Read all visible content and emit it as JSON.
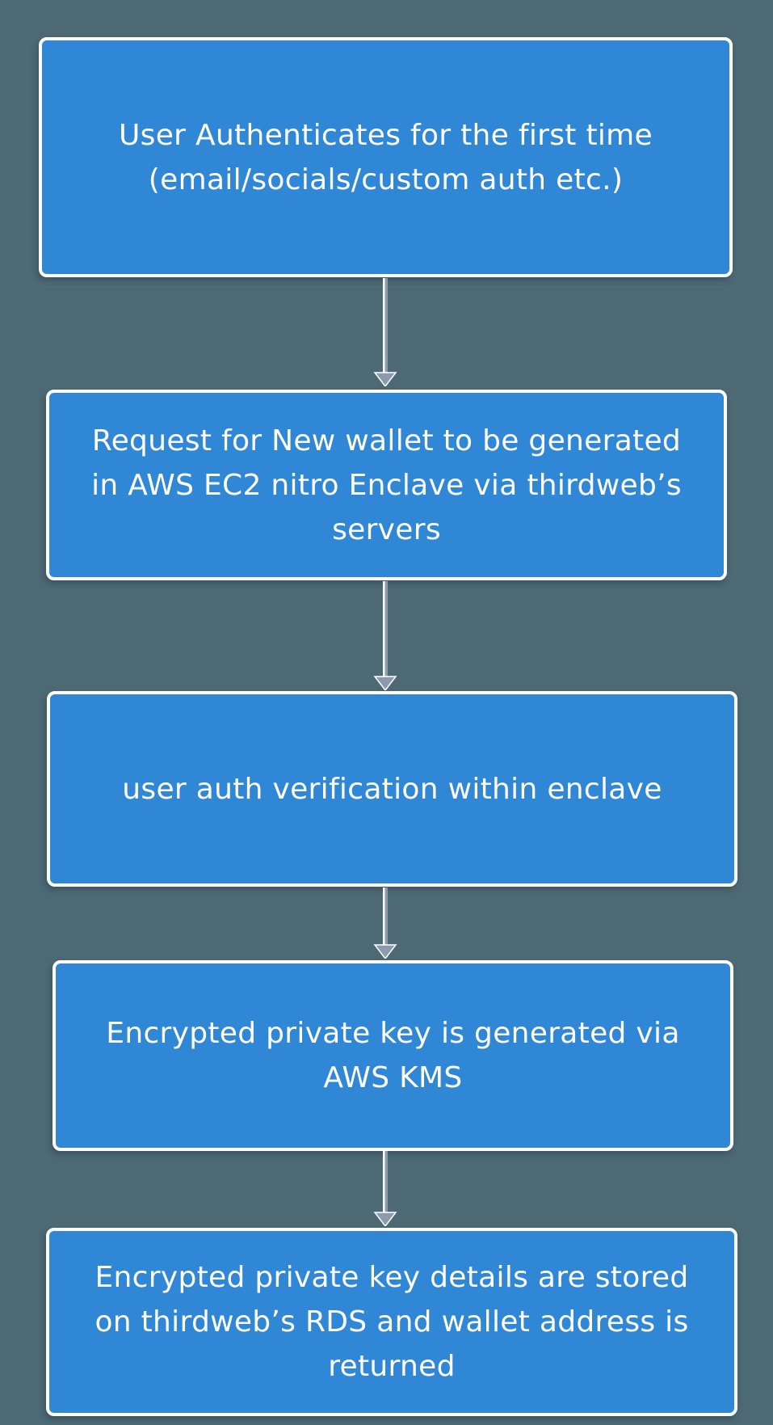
{
  "diagram": {
    "type": "flowchart",
    "direction": "top-down",
    "colors": {
      "background": "#4c6974",
      "box_fill": "#2f87d6",
      "box_border": "#ffffff",
      "text": "#ffffff",
      "connector": "#8b9bad",
      "connector_highlight": "#ffffff"
    },
    "steps": [
      {
        "text": "User Authenticates for the first time (email/socials/custom auth etc.)",
        "lines": [
          "User Authenticates for the first time",
          "(email/socials/custom auth etc.)"
        ]
      },
      {
        "text": "Request for New wallet to be generated in AWS EC2 nitro Enclave via thirdweb’s servers",
        "lines": [
          "Request for New wallet to be generated",
          "in AWS EC2 nitro Enclave via thirdweb’s",
          "servers"
        ]
      },
      {
        "text": "user auth verification within enclave",
        "lines": [
          "user auth verification within enclave"
        ]
      },
      {
        "text": "Encrypted private key is generated via AWS KMS",
        "lines": [
          "Encrypted private key is generated via",
          "AWS KMS"
        ]
      },
      {
        "text": "Encrypted private key details are stored on thirdweb’s RDS and wallet address is returned",
        "lines": [
          "Encrypted private key details are stored",
          "on thirdweb’s RDS and wallet address is",
          "returned"
        ]
      }
    ],
    "connectors": [
      {
        "from": "step-1",
        "to": "step-2",
        "style": "arrow-down"
      },
      {
        "from": "step-2",
        "to": "step-3",
        "style": "arrow-down"
      },
      {
        "from": "step-3",
        "to": "step-4",
        "style": "arrow-down"
      },
      {
        "from": "step-4",
        "to": "step-5",
        "style": "arrow-down"
      }
    ]
  }
}
